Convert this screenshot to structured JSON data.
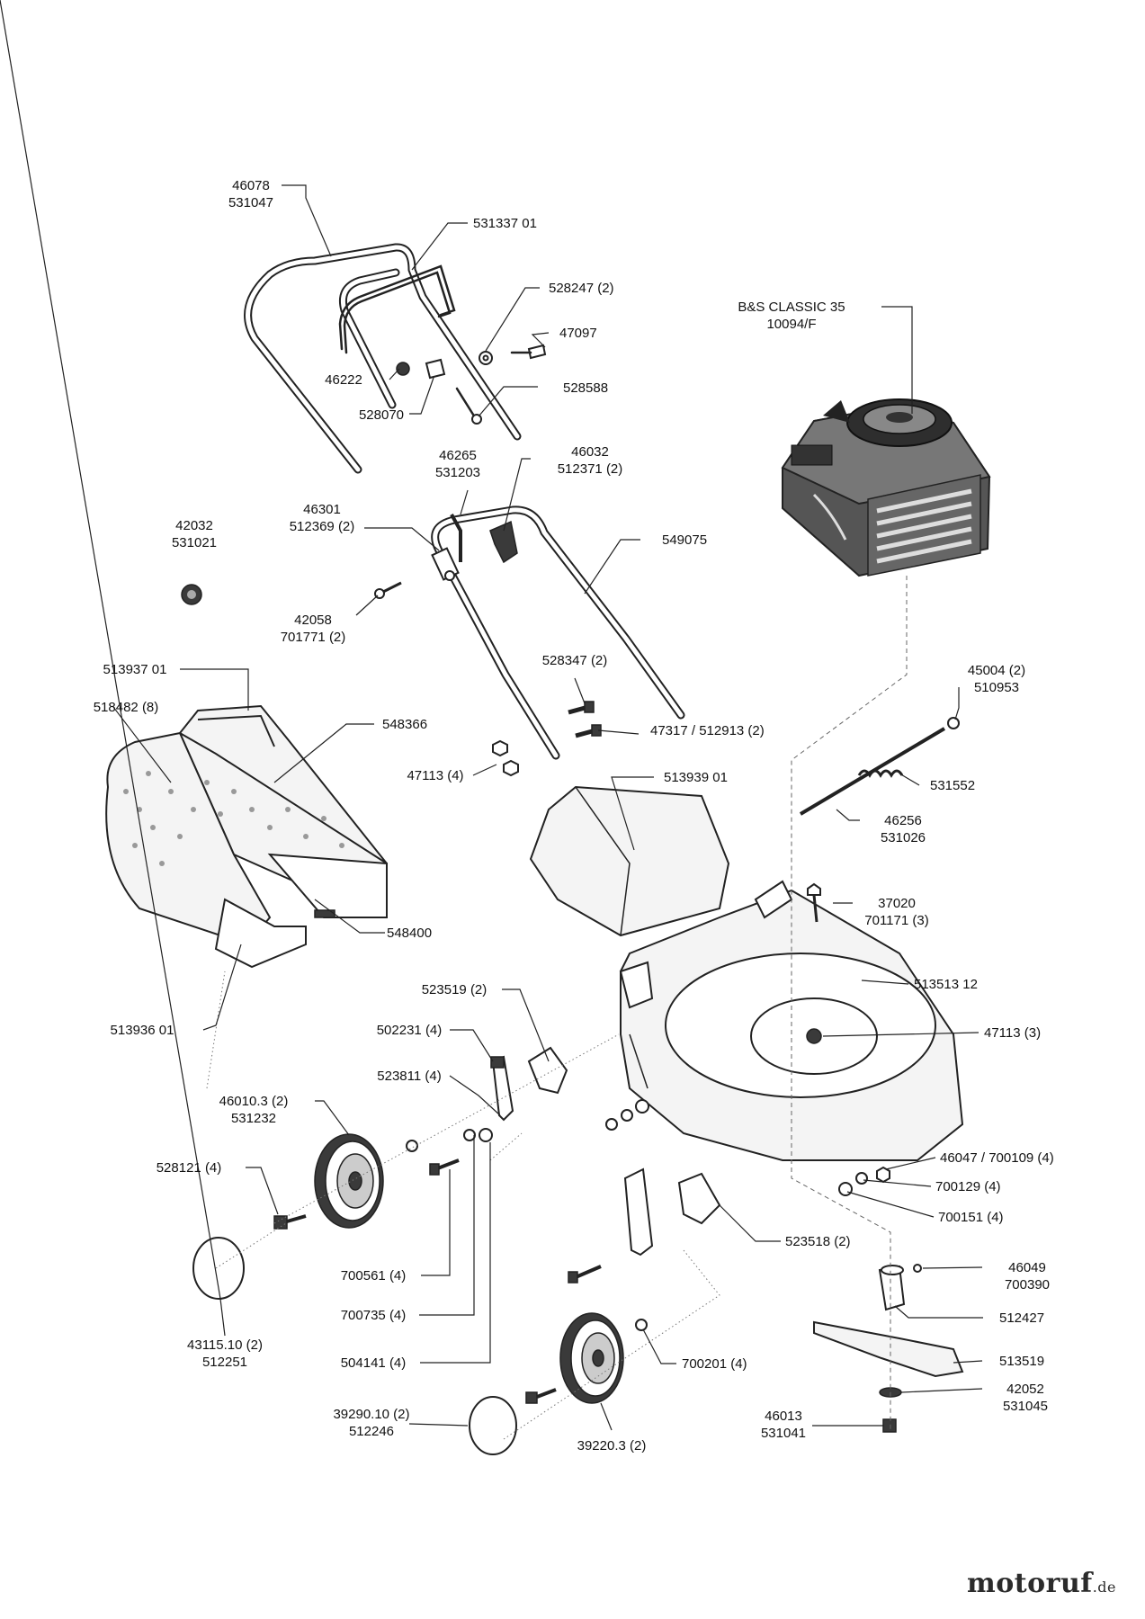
{
  "labels": {
    "l_46078": [
      "46078",
      "531047"
    ],
    "l_531337": [
      "531337 01"
    ],
    "l_528247": [
      "528247 (2)"
    ],
    "l_47097": [
      "47097"
    ],
    "l_46222": [
      "46222"
    ],
    "l_528070": [
      "528070"
    ],
    "l_528588": [
      "528588"
    ],
    "l_bs": [
      "B&S CLASSIC 35",
      "10094/F"
    ],
    "l_46265": [
      "46265",
      "531203"
    ],
    "l_46032": [
      "46032",
      "512371 (2)"
    ],
    "l_46301": [
      "46301",
      "512369 (2)"
    ],
    "l_549075": [
      "549075"
    ],
    "l_42032": [
      "42032",
      "531021"
    ],
    "l_42058": [
      "42058",
      "701771 (2)"
    ],
    "l_528347": [
      "528347 (2)"
    ],
    "l_47317": [
      "47317 / 512913 (2)"
    ],
    "l_45004": [
      "45004 (2)",
      "510953"
    ],
    "l_513937": [
      "513937 01"
    ],
    "l_518482": [
      "518482 (8)"
    ],
    "l_548366": [
      "548366"
    ],
    "l_47113a": [
      "47113 (4)"
    ],
    "l_513939": [
      "513939 01"
    ],
    "l_531552": [
      "531552"
    ],
    "l_46256": [
      "46256",
      "531026"
    ],
    "l_548400": [
      "548400"
    ],
    "l_37020": [
      "37020",
      "701171 (3)"
    ],
    "l_513936": [
      "513936 01"
    ],
    "l_523519": [
      "523519 (2)"
    ],
    "l_513513": [
      "513513 12"
    ],
    "l_502231": [
      "502231 (4)"
    ],
    "l_47113b": [
      "47113 (3)"
    ],
    "l_523811": [
      "523811 (4)"
    ],
    "l_46010": [
      "46010.3 (2)",
      "531232"
    ],
    "l_528121": [
      "528121 (4)"
    ],
    "l_46047": [
      "46047 / 700109 (4)"
    ],
    "l_700129": [
      "700129 (4)"
    ],
    "l_700151": [
      "700151 (4)"
    ],
    "l_523518": [
      "523518 (2)"
    ],
    "l_46049": [
      "46049",
      "700390"
    ],
    "l_700561": [
      "700561 (4)"
    ],
    "l_512427": [
      "512427"
    ],
    "l_700735": [
      "700735 (4)"
    ],
    "l_43115": [
      "43115.10 (2)",
      "512251"
    ],
    "l_504141": [
      "504141 (4)"
    ],
    "l_700201": [
      "700201 (4)"
    ],
    "l_513519": [
      "513519"
    ],
    "l_42052": [
      "42052",
      "531045"
    ],
    "l_39290": [
      "39290.10 (2)",
      "512246"
    ],
    "l_46013": [
      "46013",
      "531041"
    ],
    "l_39220": [
      "39220.3 (2)"
    ]
  },
  "watermark": {
    "main": "motoruf",
    "tld": ".de"
  }
}
